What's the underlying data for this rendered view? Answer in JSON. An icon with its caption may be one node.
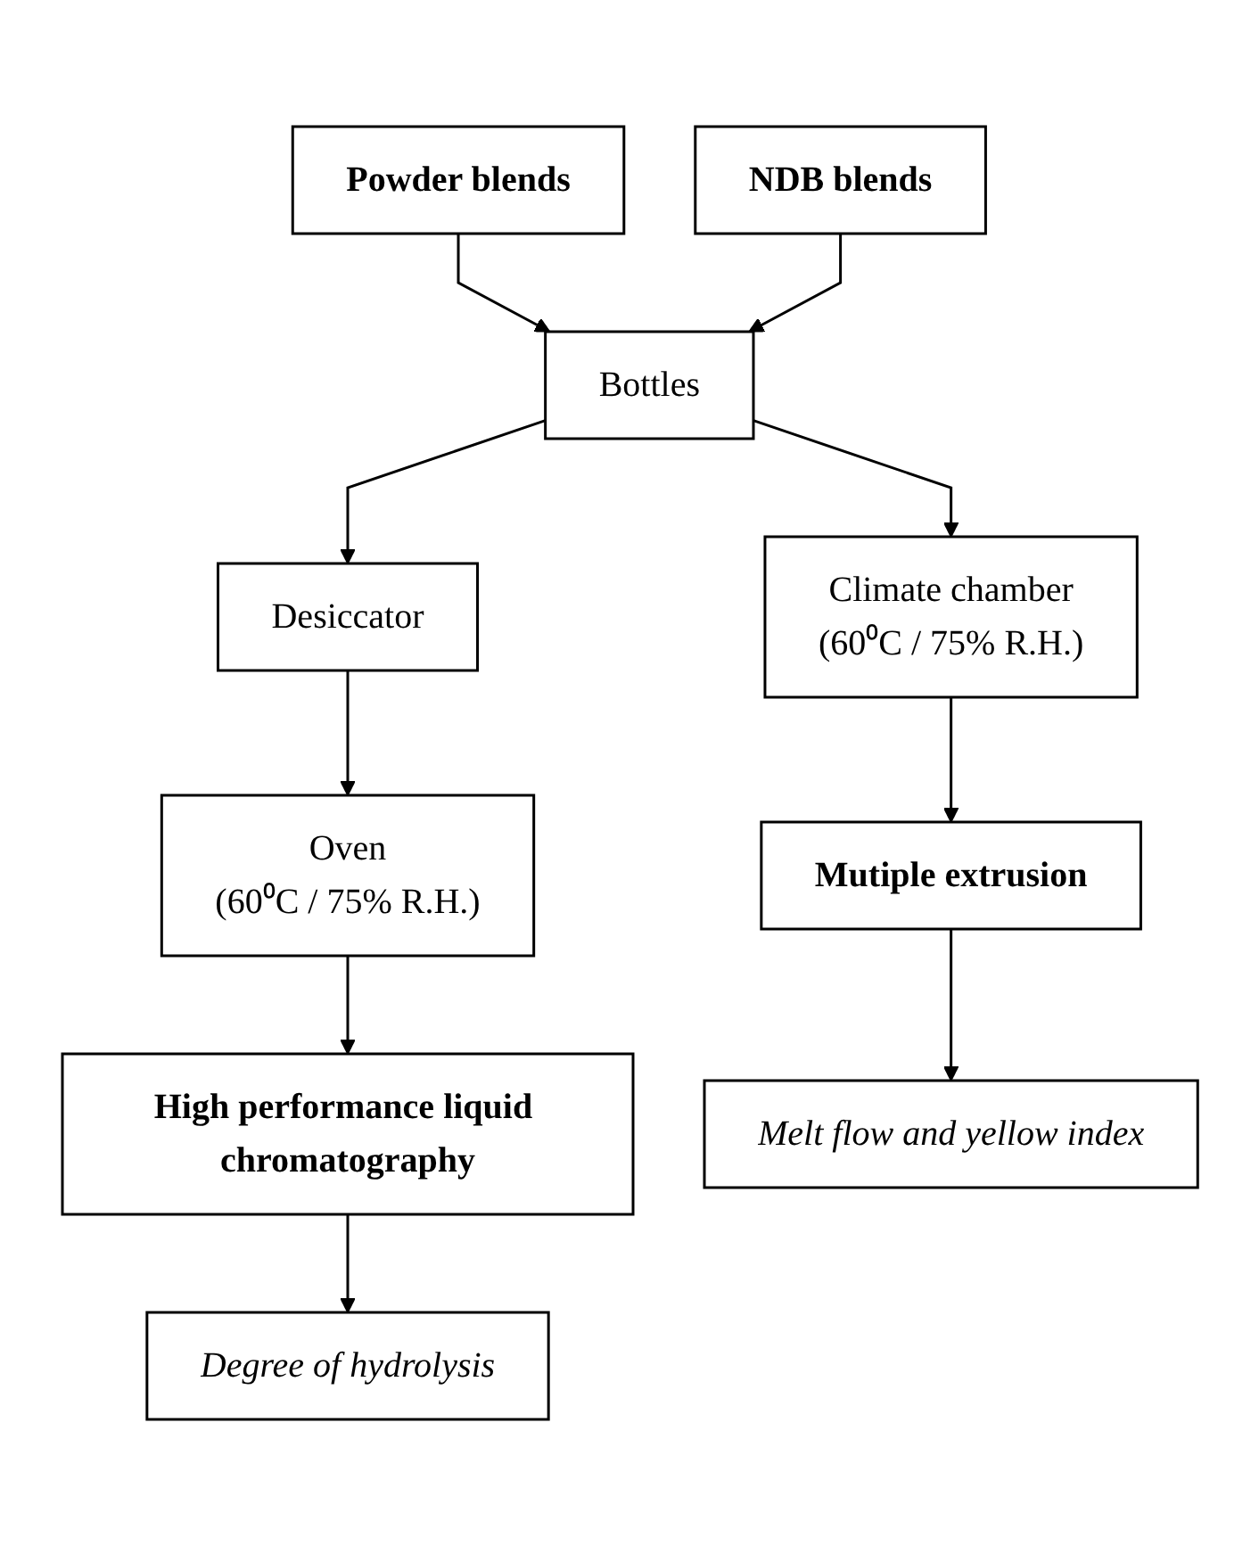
{
  "diagram": {
    "nodes": [
      {
        "text": [
          "Powder blends"
        ]
      },
      {
        "text": [
          "NDB blends"
        ]
      },
      {
        "text": [
          "Bottles"
        ]
      },
      {
        "text": [
          "Desiccator"
        ]
      },
      {
        "text": [
          "Oven",
          "(60⁰C / 75% R.H.)"
        ]
      },
      {
        "text": [
          "Climate chamber",
          "(60⁰C / 75% R.H.)"
        ]
      },
      {
        "text": [
          "High performance liquid chromatography"
        ]
      },
      {
        "text": [
          "Mutiple extrusion"
        ]
      },
      {
        "text": [
          "Degree of hydrolysis"
        ]
      },
      {
        "text": [
          "Melt flow and yellow index"
        ]
      }
    ],
    "edges": [
      {
        "from": 0,
        "to": 2,
        "arrow": "to"
      },
      {
        "from": 1,
        "to": 2,
        "arrow": "to"
      },
      {
        "from": 2,
        "to": 3,
        "arrow": "to"
      },
      {
        "from": 2,
        "to": 5,
        "arrow": "to"
      },
      {
        "from": 3,
        "to": 4,
        "arrow": "to"
      },
      {
        "from": 4,
        "to": 6,
        "arrow": "to"
      },
      {
        "from": 5,
        "to": 7,
        "arrow": "to"
      },
      {
        "from": 6,
        "to": 8,
        "arrow": "to"
      },
      {
        "from": 7,
        "to": 9,
        "arrow": "to"
      }
    ]
  }
}
